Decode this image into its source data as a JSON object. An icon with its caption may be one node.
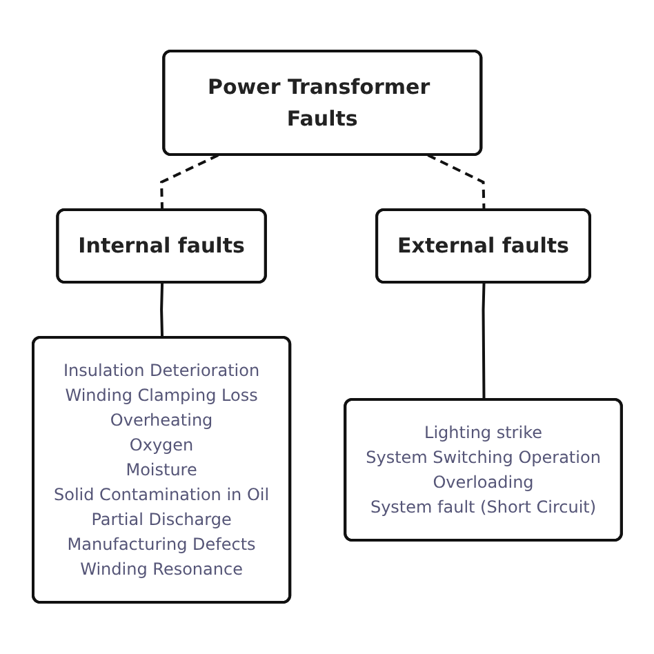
{
  "diagram": {
    "nodes": [
      {
        "text": [
          "Power Transformer Faults"
        ]
      },
      {
        "text": [
          "Internal faults"
        ]
      },
      {
        "text": [
          "External faults"
        ]
      },
      {
        "text": [
          "Insulation Deterioration",
          "Winding Clamping Loss",
          "Overheating",
          "Oxygen",
          "Moisture",
          "Solid Contamination in Oil",
          "Partial Discharge",
          "Manufacturing Defects",
          "Winding Resonance"
        ]
      },
      {
        "text": [
          "Lighting strike",
          "System Switching Operation",
          "Overloading",
          "System fault (Short Circuit)"
        ]
      }
    ],
    "edges": [
      {
        "from": 0,
        "to": 1,
        "arrow": "none",
        "style": "dashed"
      },
      {
        "from": 0,
        "to": 2,
        "arrow": "none",
        "style": "dashed"
      },
      {
        "from": 1,
        "to": 3,
        "arrow": "none"
      },
      {
        "from": 2,
        "to": 4,
        "arrow": "none"
      }
    ]
  }
}
